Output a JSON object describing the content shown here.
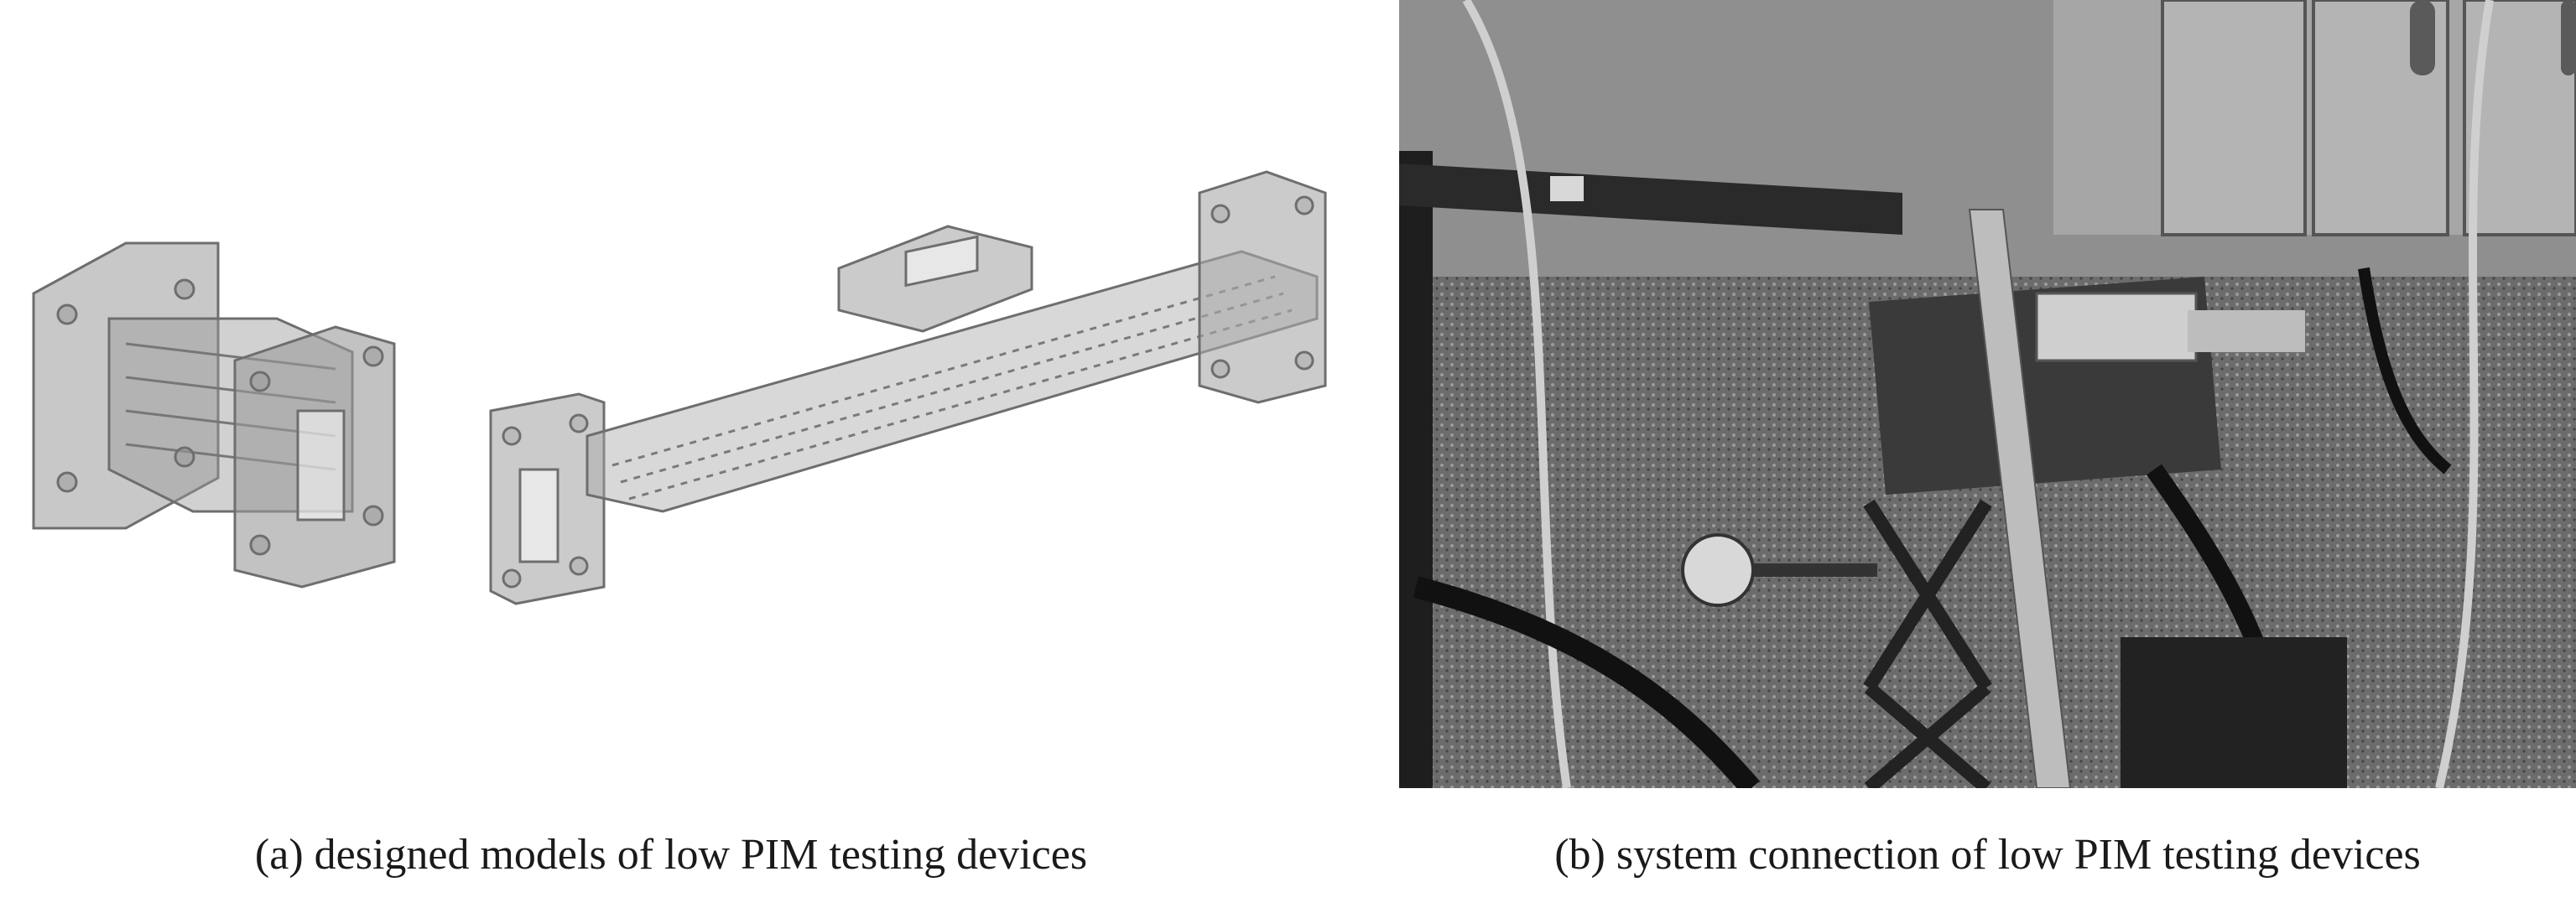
{
  "figure": {
    "panels": [
      {
        "id": "a",
        "caption": "(a) designed models of low PIM testing devices",
        "content": "cad-model-render"
      },
      {
        "id": "b",
        "caption": "(b) system connection of low PIM testing devices",
        "content": "grayscale-lab-photo"
      }
    ]
  },
  "colors": {
    "model_fill": "#a9a9a9",
    "model_stroke": "#6e6e6e",
    "photo_dark": "#1e1e1e",
    "photo_mid": "#7a7a7a",
    "photo_light": "#c8c8c8"
  }
}
